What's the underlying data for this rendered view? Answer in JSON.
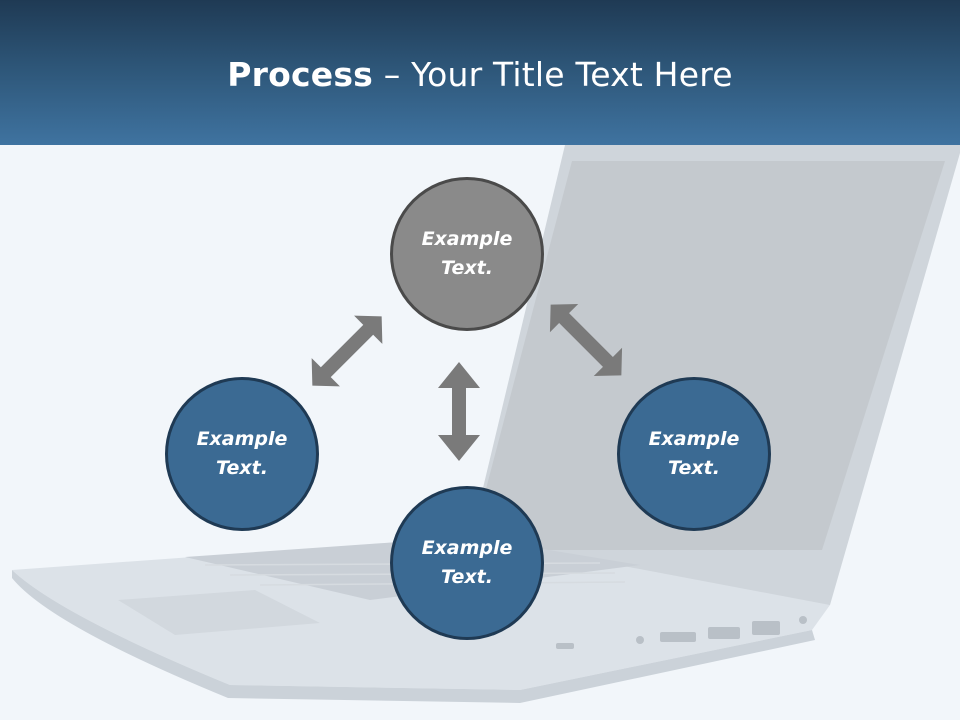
{
  "header": {
    "title_bold": "Process",
    "title_rest": " – Your Title Text Here"
  },
  "diagram": {
    "nodes": [
      {
        "id": "top",
        "line1": "Example",
        "line2": "Text.",
        "fill": "#8a8a8a"
      },
      {
        "id": "left",
        "line1": "Example",
        "line2": "Text.",
        "fill": "#3b6a93"
      },
      {
        "id": "right",
        "line1": "Example",
        "line2": "Text.",
        "fill": "#3b6a93"
      },
      {
        "id": "bottom",
        "line1": "Example",
        "line2": "Text.",
        "fill": "#3b6a93"
      }
    ],
    "arrow_color": "#7a7a7a"
  },
  "colors": {
    "header_dark": "#1f3a54",
    "header_light": "#3f73a0",
    "background": "#f2f6fa"
  }
}
